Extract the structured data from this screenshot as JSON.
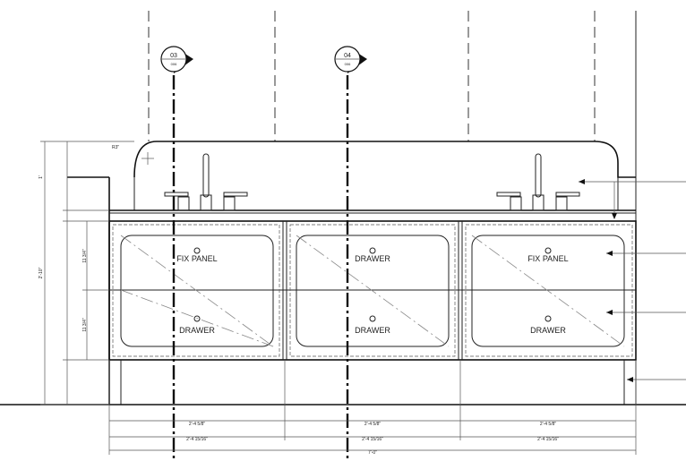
{
  "section_markers": [
    {
      "number": "03",
      "sheet": "006"
    },
    {
      "number": "04",
      "sheet": "006"
    }
  ],
  "drawer_labels": {
    "left_upper": "FIX PANEL",
    "left_lower": "DRAWER",
    "center_upper": "DRAWER",
    "center_lower": "DRAWER",
    "right_upper": "FIX PANEL",
    "right_lower": "DRAWER"
  },
  "dimensions": {
    "bay_width_inner": "2'-4 5/8\"",
    "bay_width_outer": "2'-4 15/16\"",
    "overall_width": "7'-0\"",
    "total_height": "2'-10\"",
    "splash_height": "1'",
    "panel_height": "11 3/4\"",
    "radius": "R3\""
  }
}
